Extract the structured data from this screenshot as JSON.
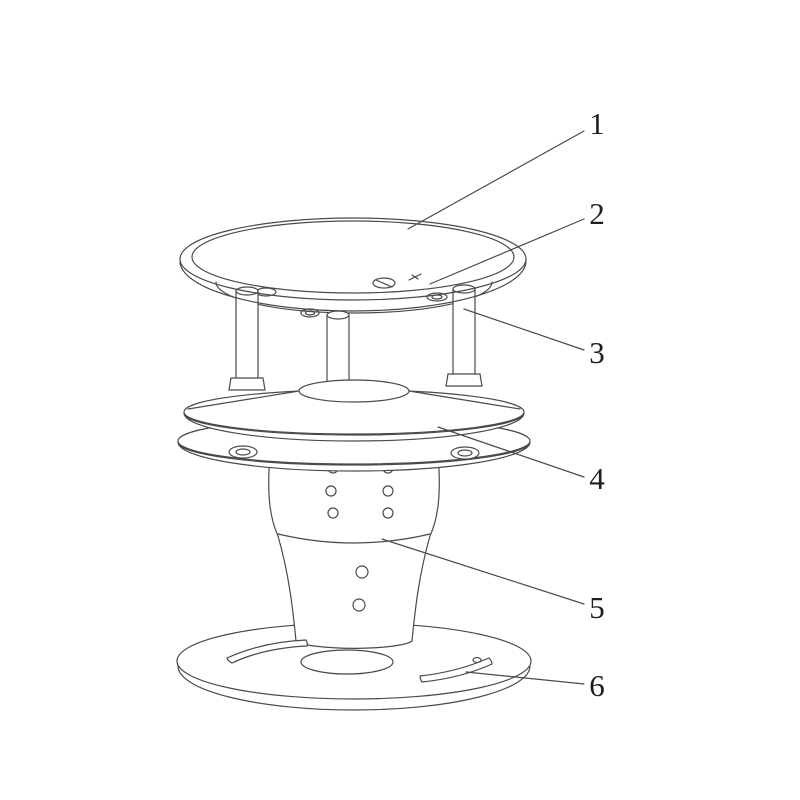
{
  "page": {
    "background": "#ffffff",
    "line_color": "#4a4a4a",
    "number_color": "#1e1e1e"
  },
  "diagram": {
    "kind": "technical line drawing",
    "subject": "ultrasonic wind sensor assembly with numbered part callouts",
    "callouts": [
      {
        "label": "1",
        "part": "top-cap-disc"
      },
      {
        "label": "2",
        "part": "top-plate-screw"
      },
      {
        "label": "3",
        "part": "support-post"
      },
      {
        "label": "4",
        "part": "reflector-plate"
      },
      {
        "label": "5",
        "part": "tapered-body"
      },
      {
        "label": "6",
        "part": "mounting-base-plate"
      }
    ]
  }
}
